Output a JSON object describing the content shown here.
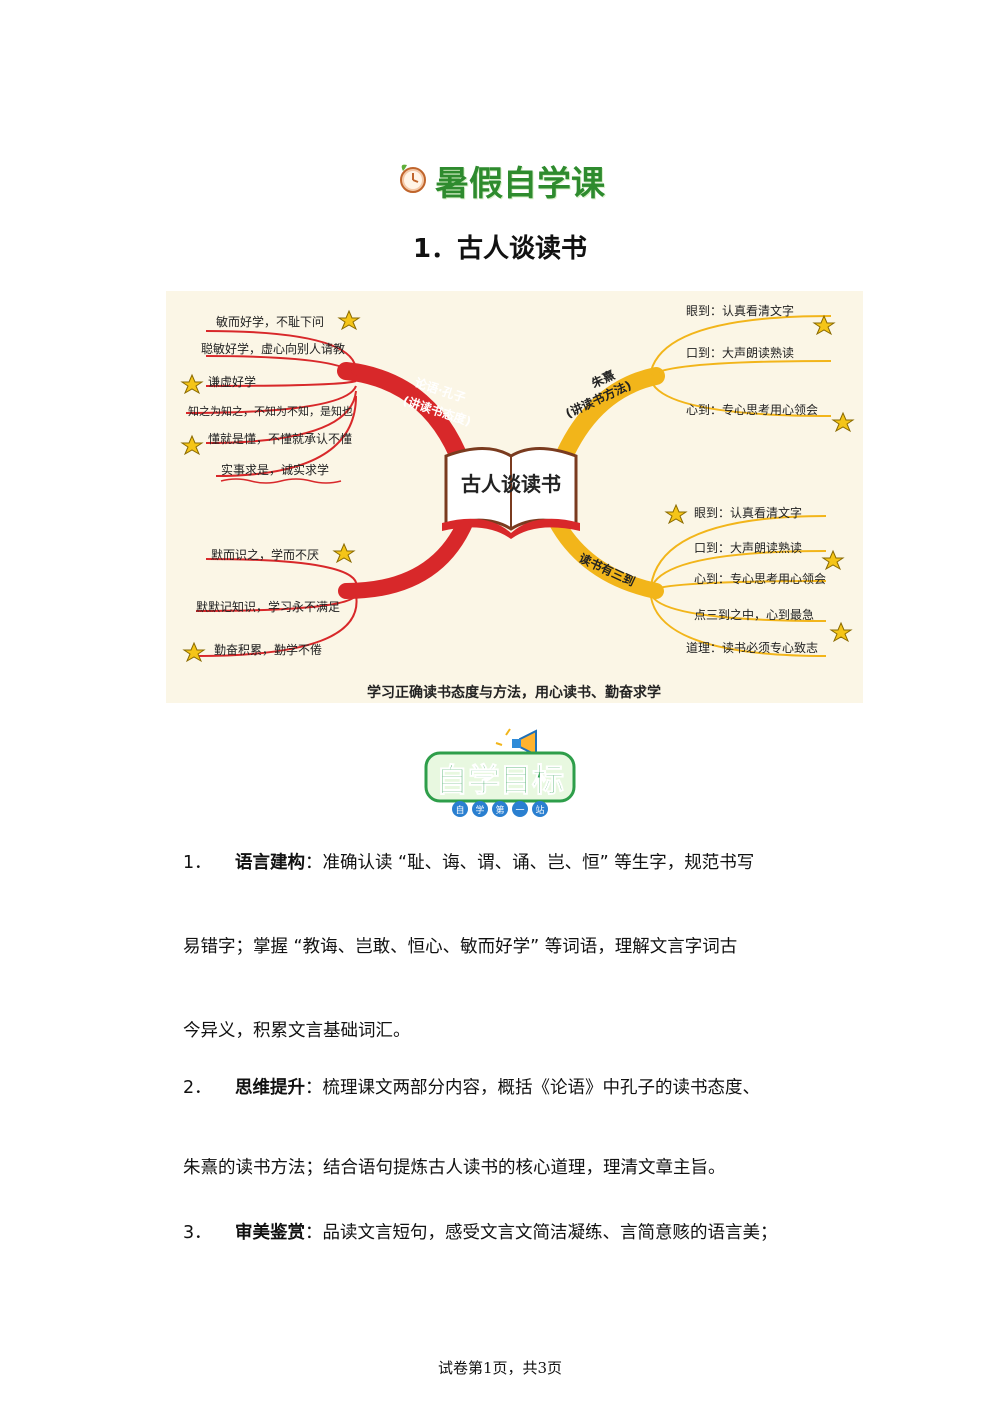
{
  "header": {
    "banner": "暑假自学课"
  },
  "title": "1．古人谈读书",
  "mindmap": {
    "center": "古人谈读书",
    "summary": "学习正确读书态度与方法，用心读书、勤奋求学",
    "branches": {
      "lunyu": {
        "title1": "论语·孔子",
        "title2": "(讲读书态度)",
        "items": [
          "敏而好学，不耻下问",
          "聪敏好学，虚心向别人请教",
          "谦虚好学",
          "知之为知之，不知为不知，是知也",
          "懂就是懂，不懂就承认不懂",
          "实事求是，诚实求学"
        ]
      },
      "mo": {
        "items": [
          "默而识之，学而不厌",
          "默默记知识，学习永不满足",
          "勤奋积累，勤学不倦"
        ]
      },
      "zhuxi": {
        "title1": "朱熹",
        "title2": "(讲读书方法)",
        "items": [
          "眼到：认真看清文字",
          "口到：大声朗读熟读",
          "心到：专心思考用心领会"
        ]
      },
      "sandao": {
        "title": "读书有三到",
        "items": [
          "眼到：认真看清文字",
          "口到：大声朗读熟读",
          "心到：专心思考用心领会",
          "点三到之中，心到最急",
          "道理：读书必须专心致志"
        ]
      }
    }
  },
  "goals_badge": {
    "title": "自学目标",
    "subtitle": [
      "自",
      "学",
      "第",
      "一",
      "站"
    ]
  },
  "goals": [
    {
      "num": "1．",
      "label": "语言建构",
      "lines": [
        "：准确认读 “耻、诲、谓、诵、岂、恒” 等生字，规范书写",
        "易错字；掌握 “教诲、岂敢、恒心、敏而好学” 等词语，理解文言字词古",
        "今异义，积累文言基础词汇。"
      ]
    },
    {
      "num": "2．",
      "label": "思维提升",
      "lines": [
        "：梳理课文两部分内容，概括《论语》中孔子的读书态度、",
        "朱熹的读书方法；结合语句提炼古人读书的核心道理，理清文章主旨。"
      ]
    },
    {
      "num": "3．",
      "label": "审美鉴赏",
      "lines": [
        "：品读文言短句，感受文言文简洁凝练、言简意赅的语言美；"
      ]
    }
  ],
  "footer": "试卷第1页，共3页",
  "colors": {
    "red_branch": "#d8282a",
    "yellow_branch": "#f2b51a",
    "banner_green": "#2e8b2e",
    "star": "#f5c518"
  }
}
